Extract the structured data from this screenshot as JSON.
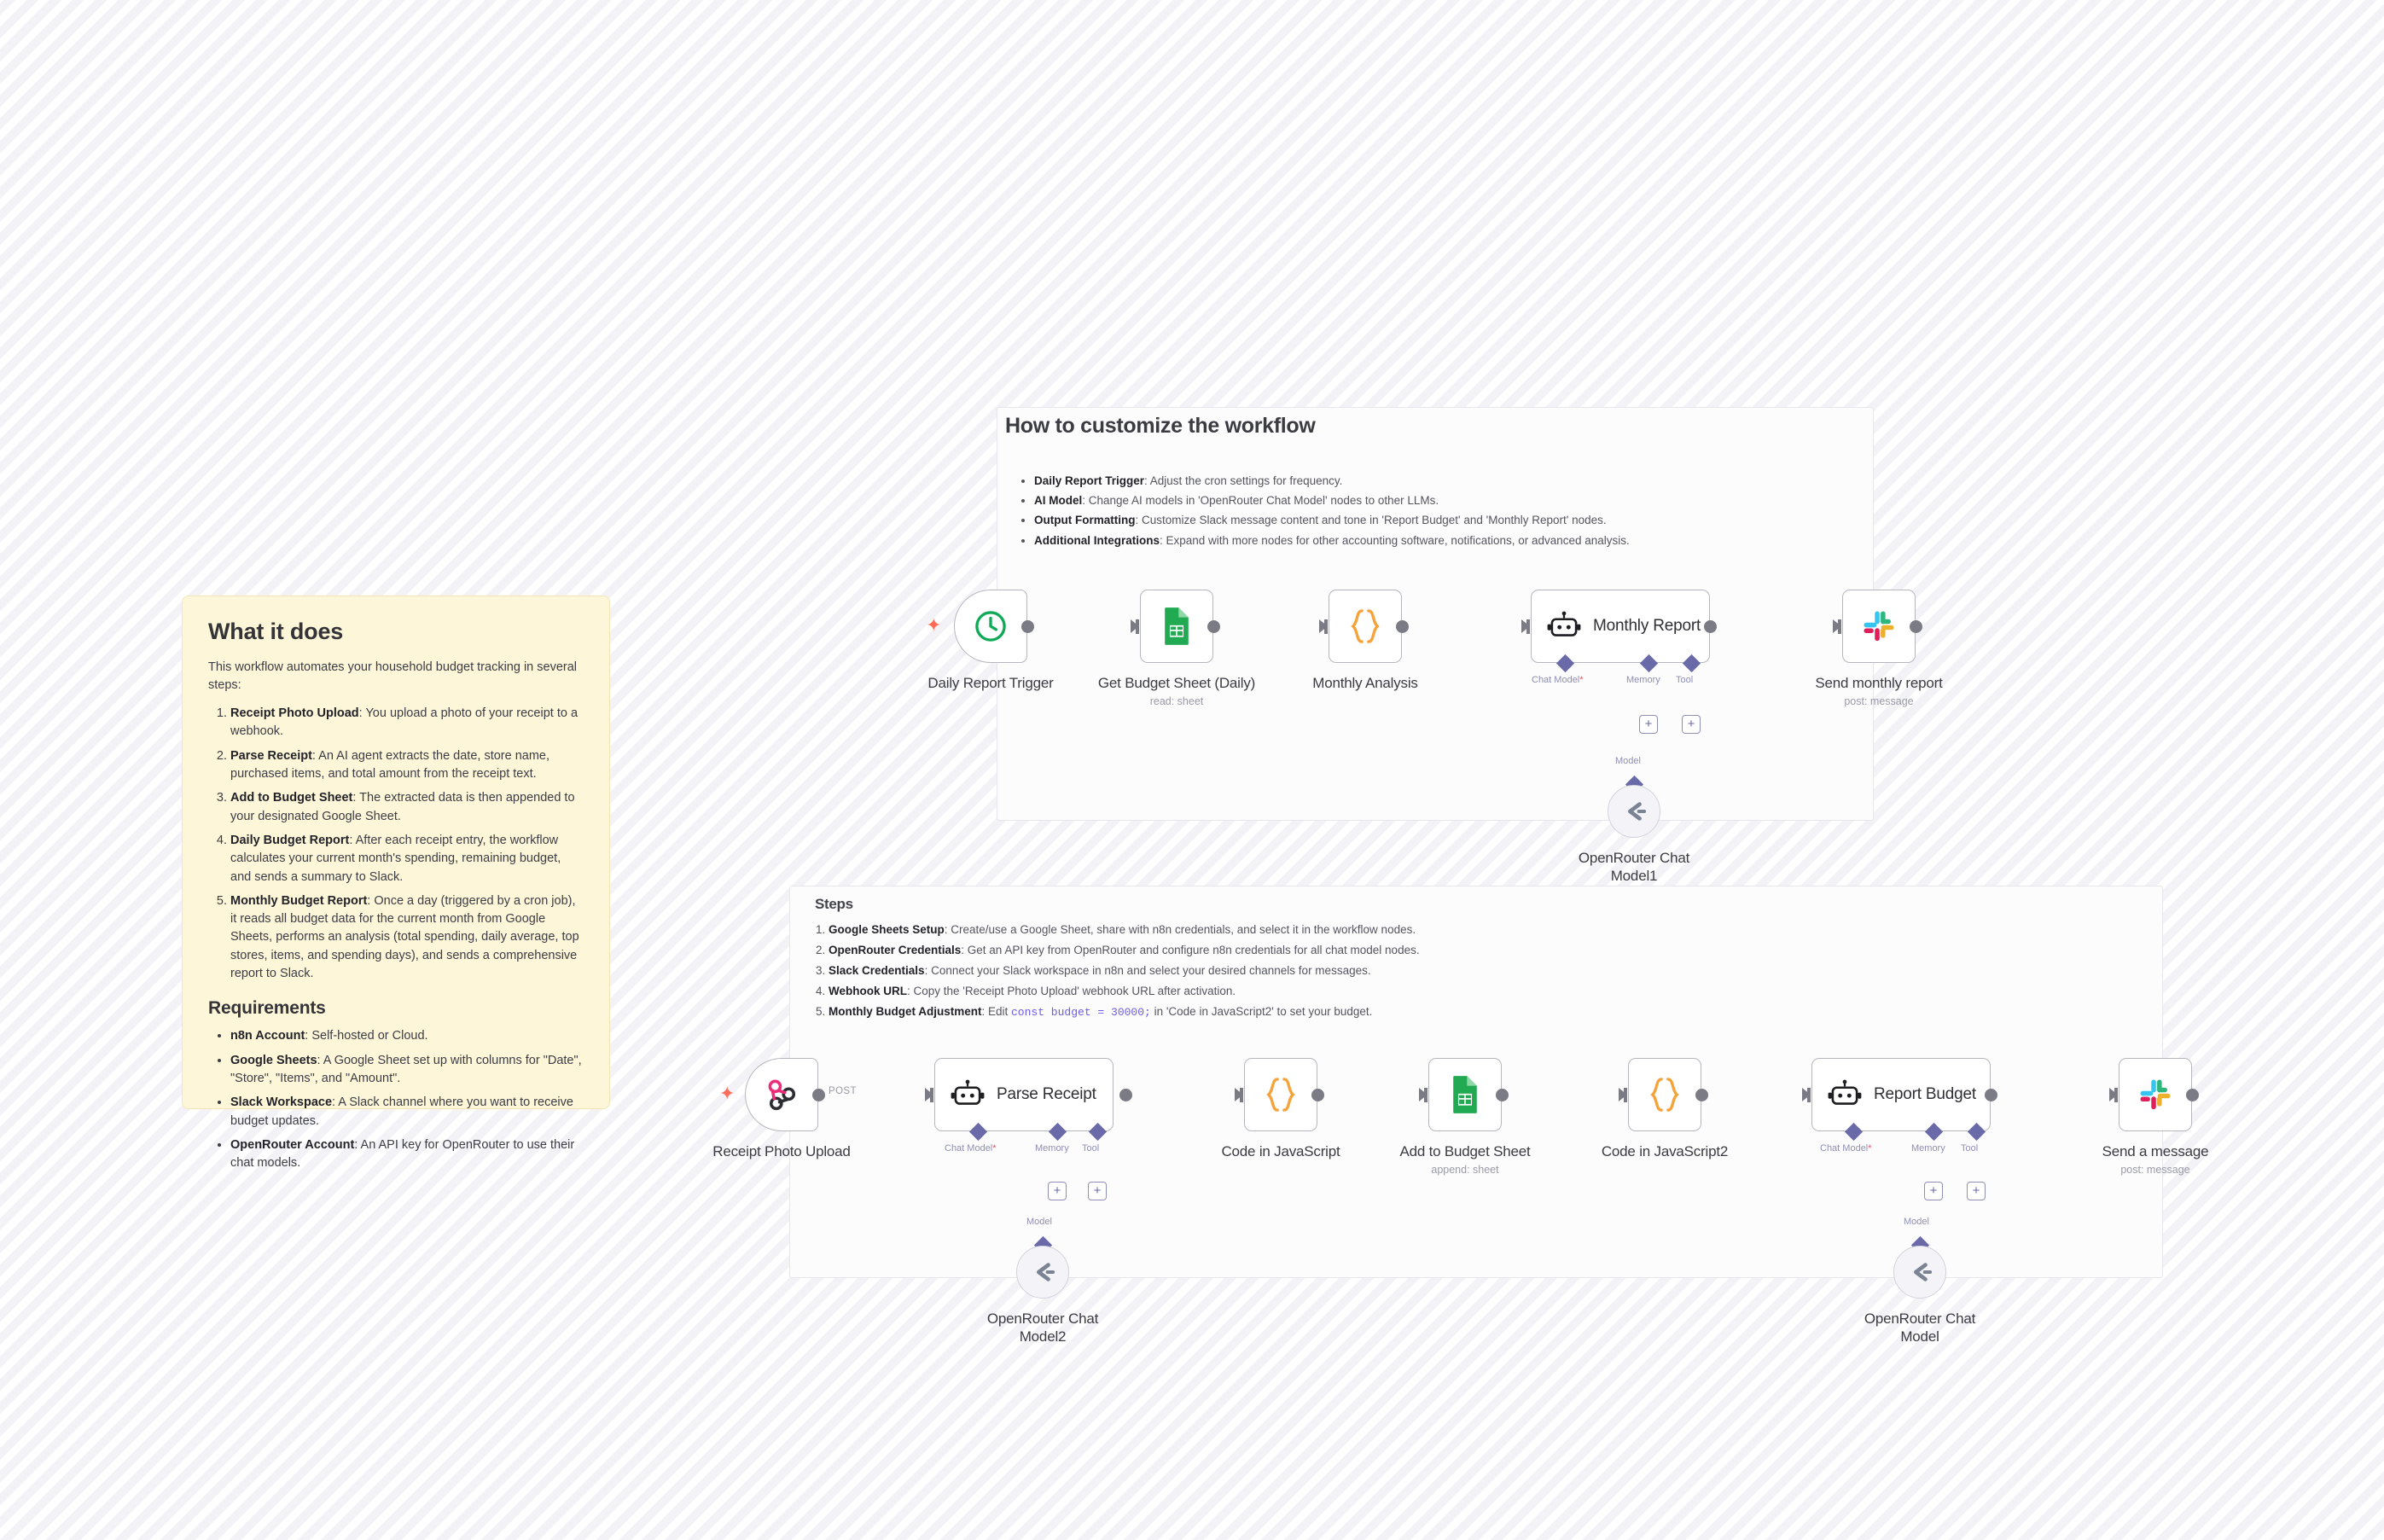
{
  "canvas": {
    "background_color": "#fbfbfd",
    "stripe_color": "#f2f2f7"
  },
  "notes": {
    "what_it_does": {
      "title": "What it does",
      "intro": "This workflow automates your household budget tracking in several steps:",
      "steps": [
        {
          "bold": "Receipt Photo Upload",
          "text": ": You upload a photo of your receipt to a webhook."
        },
        {
          "bold": "Parse Receipt",
          "text": ": An AI agent extracts the date, store name, purchased items, and total amount from the receipt text."
        },
        {
          "bold": "Add to Budget Sheet",
          "text": ": The extracted data is then appended to your designated Google Sheet."
        },
        {
          "bold": "Daily Budget Report",
          "text": ": After each receipt entry, the workflow calculates your current month's spending, remaining budget, and sends a summary to Slack."
        },
        {
          "bold": "Monthly Budget Report",
          "text": ": Once a day (triggered by a cron job), it reads all budget data for the current month from Google Sheets, performs an analysis (total spending, daily average, top stores, items, and spending days), and sends a comprehensive report to Slack."
        }
      ],
      "requirements_title": "Requirements",
      "requirements": [
        {
          "bold": "n8n Account",
          "text": ": Self-hosted or Cloud."
        },
        {
          "bold": "Google Sheets",
          "text": ": A Google Sheet set up with columns for \"Date\", \"Store\", \"Items\", and \"Amount\"."
        },
        {
          "bold": "Slack Workspace",
          "text": ": A Slack channel where you want to receive budget updates."
        },
        {
          "bold": "OpenRouter Account",
          "text": ": An API key for OpenRouter to use their chat models."
        }
      ]
    },
    "customize": {
      "title": "How to customize the workflow",
      "bullets": [
        {
          "bold": "Daily Report Trigger",
          "text": ": Adjust the cron settings for frequency."
        },
        {
          "bold": "AI Model",
          "text": ": Change AI models in 'OpenRouter Chat Model' nodes to other LLMs."
        },
        {
          "bold": "Output Formatting",
          "text": ": Customize Slack message content and tone in 'Report Budget' and 'Monthly Report' nodes."
        },
        {
          "bold": "Additional Integrations",
          "text": ": Expand with more nodes for other accounting software, notifications, or advanced analysis."
        }
      ]
    },
    "steps_panel": {
      "title": "Steps",
      "items": [
        {
          "bold": "Google Sheets Setup",
          "text": ": Create/use a Google Sheet, share with n8n credentials, and select it in the workflow nodes."
        },
        {
          "bold": "OpenRouter Credentials",
          "text": ": Get an API key from OpenRouter and configure n8n credentials for all chat model nodes."
        },
        {
          "bold": "Slack Credentials",
          "text": ": Connect your Slack workspace in n8n and select your desired channels for messages."
        },
        {
          "bold": "Webhook URL",
          "text": ": Copy the 'Receipt Photo Upload' webhook URL after activation."
        },
        {
          "bold": "Monthly Budget Adjustment",
          "text": ": Edit ",
          "code": "const budget = 30000;",
          "text2": " in 'Code in JavaScript2' to set your budget."
        }
      ]
    }
  },
  "workflow_top": {
    "nodes": [
      {
        "id": "daily-report-trigger",
        "label": "Daily Report Trigger",
        "sub": "",
        "icon": "clock-icon",
        "type": "trigger"
      },
      {
        "id": "get-budget-sheet-daily",
        "label": "Get Budget Sheet (Daily)",
        "sub": "read: sheet",
        "icon": "google-sheets-icon",
        "type": "action"
      },
      {
        "id": "monthly-analysis",
        "label": "Monthly Analysis",
        "sub": "",
        "icon": "code-braces-icon",
        "type": "action"
      },
      {
        "id": "monthly-report",
        "label": "Monthly Report",
        "sub": "",
        "icon": "ai-agent-robot-icon",
        "type": "agent"
      },
      {
        "id": "send-monthly-report",
        "label": "Send monthly report",
        "sub": "post: message",
        "icon": "slack-icon",
        "type": "action"
      }
    ],
    "agent_ports": [
      "Chat Model",
      "Memory",
      "Tool"
    ],
    "agent_required_marker": "*",
    "model_port_label": "Model",
    "model_node": {
      "label_line1": "OpenRouter Chat",
      "label_line2": "Model1",
      "icon": "openrouter-icon"
    }
  },
  "workflow_bottom": {
    "nodes": [
      {
        "id": "receipt-photo-upload",
        "label": "Receipt Photo Upload",
        "sub": "",
        "icon": "webhook-icon",
        "type": "trigger",
        "edge_label": "POST"
      },
      {
        "id": "parse-receipt",
        "label": "Parse Receipt",
        "sub": "",
        "icon": "ai-agent-robot-icon",
        "type": "agent"
      },
      {
        "id": "code-in-javascript",
        "label": "Code in JavaScript",
        "sub": "",
        "icon": "code-braces-icon",
        "type": "action"
      },
      {
        "id": "add-to-budget-sheet",
        "label": "Add to Budget Sheet",
        "sub": "append: sheet",
        "icon": "google-sheets-icon",
        "type": "action"
      },
      {
        "id": "code-in-javascript2",
        "label": "Code in JavaScript2",
        "sub": "",
        "icon": "code-braces-icon",
        "type": "action"
      },
      {
        "id": "report-budget",
        "label": "Report Budget",
        "sub": "",
        "icon": "ai-agent-robot-icon",
        "type": "agent"
      },
      {
        "id": "send-a-message",
        "label": "Send a message",
        "sub": "post: message",
        "icon": "slack-icon",
        "type": "action"
      }
    ],
    "agent_ports": [
      "Chat Model",
      "Memory",
      "Tool"
    ],
    "agent_required_marker": "*",
    "model_port_label": "Model",
    "model_nodes": [
      {
        "label_line1": "OpenRouter Chat",
        "label_line2": "Model2",
        "icon": "openrouter-icon"
      },
      {
        "label_line1": "OpenRouter Chat",
        "label_line2": "Model",
        "icon": "openrouter-icon"
      }
    ]
  },
  "colors": {
    "sticky_yellow": "#fdf6d9",
    "sheets_green": "#1ea350",
    "code_orange": "#f5a33b",
    "trigger_green": "#0fa958",
    "webhook_pink": "#e8317a",
    "port_purple": "#6a6aa8",
    "required_red": "#e8505b",
    "bolt_orange": "#ff6d5a"
  }
}
